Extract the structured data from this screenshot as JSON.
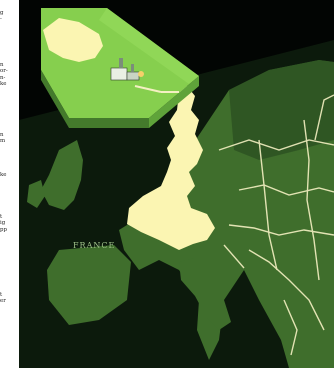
{
  "article_fragments": [
    "g\n-",
    "n\nor-\nn-\nke",
    "n\nm",
    "ke",
    "t\nig\npp",
    "t\ner"
  ],
  "map": {
    "labels": [
      "FRANCE"
    ],
    "colors": {
      "background": "#020503",
      "sea": "#0c1a0c",
      "land": "#3f6e2c",
      "land_shadow": "#2a4c1f",
      "borders": "#f4f0c2",
      "highlight": "#fbf5b2",
      "platform_top": "#86cf4e",
      "platform_side": "#5fa33a",
      "platform_front": "#447a2c"
    }
  }
}
